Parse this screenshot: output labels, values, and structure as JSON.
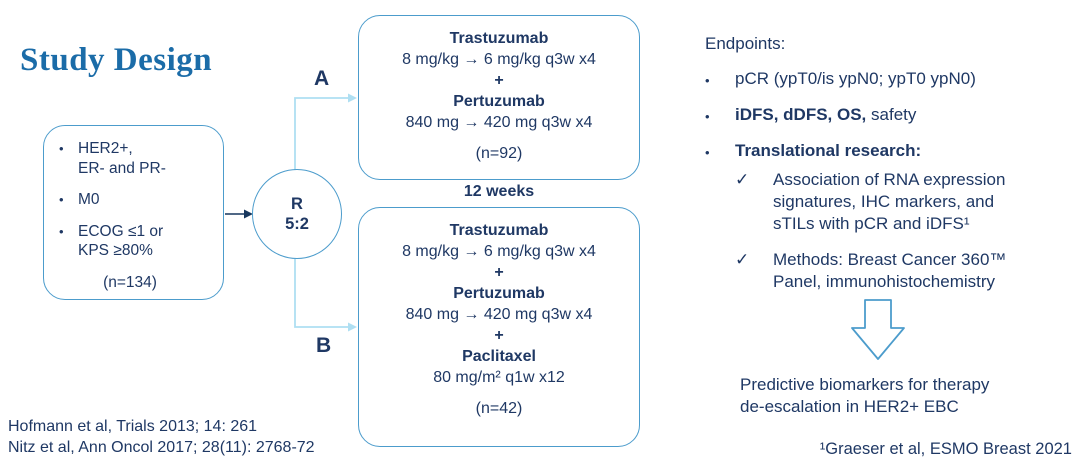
{
  "colors": {
    "title": "#1B6CA8",
    "body_text": "#1F3864",
    "box_border": "#4C9CCC",
    "connector_light": "#AFDFF2",
    "connector_dark": "#17375E"
  },
  "icons": {
    "bullet": "•",
    "check": "✓"
  },
  "title": "Study Design",
  "eligibility_box": {
    "bullets": [
      "HER2+,\nER- and PR-",
      "M0",
      "ECOG ≤1 or\nKPS ≥80%"
    ],
    "n_label": "(n=134)"
  },
  "randomization": {
    "letter": "R",
    "ratio": "5:2"
  },
  "arms": {
    "a": {
      "label": "A",
      "lines": [
        {
          "text": "Trastuzumab",
          "bold": true
        },
        {
          "text": "8 mg/kg → 6 mg/kg q3w x4",
          "bold": false
        },
        {
          "text": "+",
          "bold": true
        },
        {
          "text": "Pertuzumab",
          "bold": true
        },
        {
          "text": "840 mg → 420 mg q3w x4",
          "bold": false
        }
      ],
      "n_label": "(n=92)"
    },
    "duration": "12 weeks",
    "b": {
      "label": "B",
      "lines": [
        {
          "text": "Trastuzumab",
          "bold": true
        },
        {
          "text": "8 mg/kg → 6 mg/kg q3w x4",
          "bold": false
        },
        {
          "text": "+",
          "bold": true
        },
        {
          "text": "Pertuzumab",
          "bold": true
        },
        {
          "text": "840 mg → 420 mg q3w x4",
          "bold": false
        },
        {
          "text": "+",
          "bold": true
        },
        {
          "text": "Paclitaxel",
          "bold": true
        },
        {
          "text": "80 mg/m² q1w x12",
          "bold": false
        }
      ],
      "n_label": "(n=42)"
    }
  },
  "endpoints": {
    "heading": "Endpoints:",
    "items": [
      {
        "bold_part": "",
        "regular_part": "pCR (ypT0/is ypN0; ypT0 ypN0)"
      },
      {
        "bold_part": "iDFS, dDFS, OS,",
        "regular_part": " safety"
      },
      {
        "bold_part": "Translational research:",
        "regular_part": ""
      }
    ],
    "sub_items": [
      "Association of RNA expression signatures, IHC markers, and sTILs with pCR and iDFS¹",
      "Methods: Breast Cancer 360™ Panel, immunohistochemistry"
    ]
  },
  "conclusion": "Predictive biomarkers for therapy\nde-escalation in HER2+ EBC",
  "footnote": "¹Graeser et al, ESMO Breast 2021",
  "citations": [
    "Hofmann et al, Trials 2013; 14: 261",
    "Nitz et al, Ann Oncol 2017; 28(11): 2768-72"
  ]
}
